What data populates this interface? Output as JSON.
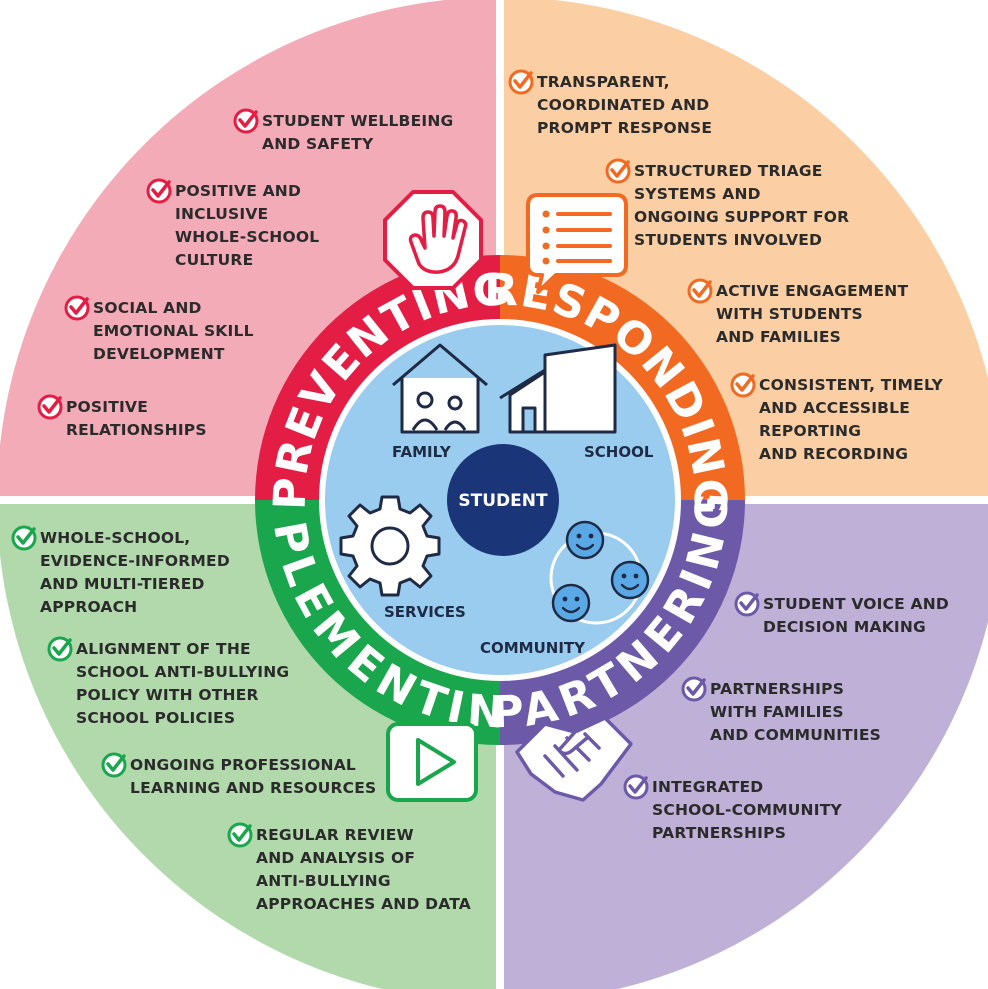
{
  "colors": {
    "preventing_bg": "#f4abb8",
    "preventing_ring": "#e31d44",
    "responding_bg": "#fbcfa3",
    "responding_ring": "#f26a22",
    "implementing_bg": "#b1d9ac",
    "implementing_ring": "#1aa64c",
    "partnering_bg": "#bfb0d8",
    "partnering_ring": "#6c5aa8",
    "hub_bg": "#99ccef",
    "student_bg": "#1a3578"
  },
  "quadrants": {
    "preventing": {
      "label": "PREVENTING",
      "icon": "stop-hand-icon",
      "items": [
        [
          "STUDENT WELLBEING",
          "AND SAFETY"
        ],
        [
          "POSITIVE AND",
          "INCLUSIVE",
          "WHOLE-SCHOOL",
          "CULTURE"
        ],
        [
          "SOCIAL AND",
          "EMOTIONAL SKILL",
          "DEVELOPMENT"
        ],
        [
          "POSITIVE",
          "RELATIONSHIPS"
        ]
      ]
    },
    "responding": {
      "label": "RESPONDING",
      "icon": "speech-bubble-list-icon",
      "items": [
        [
          "TRANSPARENT,",
          "COORDINATED AND",
          "PROMPT RESPONSE"
        ],
        [
          "STRUCTURED TRIAGE",
          "SYSTEMS AND",
          "ONGOING SUPPORT FOR",
          "STUDENTS INVOLVED"
        ],
        [
          "ACTIVE ENGAGEMENT",
          "WITH STUDENTS",
          "AND FAMILIES"
        ],
        [
          "CONSISTENT, TIMELY",
          "AND ACCESSIBLE",
          "REPORTING",
          "AND RECORDING"
        ]
      ]
    },
    "implementing": {
      "label": "IMPLEMENTING",
      "icon": "play-button-icon",
      "items": [
        [
          "WHOLE-SCHOOL,",
          "EVIDENCE-INFORMED",
          "AND MULTI-TIERED",
          "APPROACH"
        ],
        [
          "ALIGNMENT OF THE",
          "SCHOOL ANTI-BULLYING",
          "POLICY WITH OTHER",
          "SCHOOL POLICIES"
        ],
        [
          "ONGOING PROFESSIONAL",
          "LEARNING AND RESOURCES"
        ],
        [
          "REGULAR REVIEW",
          "AND ANALYSIS OF",
          "ANTI-BULLYING",
          "APPROACHES AND DATA"
        ]
      ]
    },
    "partnering": {
      "label": "PARTNERING",
      "icon": "handshake-icon",
      "items": [
        [
          "STUDENT VOICE AND",
          "DECISION MAKING"
        ],
        [
          "PARTNERSHIPS",
          "WITH FAMILIES",
          "AND COMMUNITIES"
        ],
        [
          "INTEGRATED",
          "SCHOOL-COMMUNITY",
          "PARTNERSHIPS"
        ]
      ]
    }
  },
  "hub": {
    "family": "FAMILY",
    "school": "SCHOOL",
    "services": "SERVICES",
    "community": "COMMUNITY",
    "student": "STUDENT"
  }
}
